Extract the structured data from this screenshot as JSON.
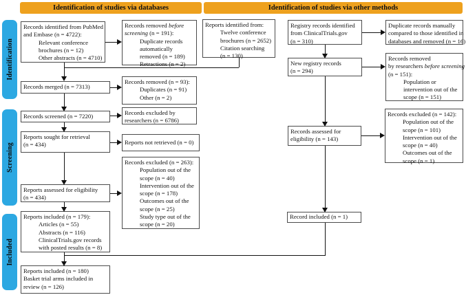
{
  "colors": {
    "header_bg": "#EEA11E",
    "sidebar_bg": "#2CA8E2",
    "box_border": "#4a4a4a",
    "line": "#111111"
  },
  "headers": {
    "databases": "Identification of studies via databases",
    "other_methods": "Identification of studies via other methods"
  },
  "sidebar": {
    "identification": "Identification",
    "screening": "Screening",
    "included": "Included"
  },
  "boxes": {
    "records_identified": {
      "l1": "Records identified from PubMed",
      "l2": "and Embase (n = 4722):",
      "l3": "Relevant conference",
      "l4": "brochures (n = 12)",
      "l5": "Other abstracts (n = 4710)"
    },
    "records_removed_before_screening": {
      "l1a": "Records removed ",
      "l1b": "before",
      "l2a": "screening",
      "l2b": " (n = 191):",
      "l3": "Duplicate records",
      "l4": "automatically",
      "l5": "removed (n = 189)",
      "l6": "Retractions (n = 2)"
    },
    "reports_identified": {
      "l1": "Reports identified from:",
      "l2": "Twelve conference",
      "l3": "brochures (n = 2652)",
      "l4": "Citation searching",
      "l5": "(n = 130)"
    },
    "registry_records": {
      "l1": "Registry records identified",
      "l2": "from ClinicalTrials.gov",
      "l3": "(n = 310)"
    },
    "duplicates_manual": {
      "l1": "Duplicate records manually",
      "l2": "compared to those identified in",
      "l3": "databases and removed (n = 16)"
    },
    "new_registry": {
      "l1": "New registry records",
      "l2": "(n = 294)"
    },
    "removed_by_researchers": {
      "l1": "Records removed",
      "l2a": "by researchers ",
      "l2b": "before screening",
      "l3": "(n = 151):",
      "l4": "Population or",
      "l5": "intervention out of the",
      "l6": "scope (n = 151)"
    },
    "records_merged": {
      "l1": "Records merged (n = 7313)"
    },
    "records_removed_93": {
      "l1": "Records removed (n = 93):",
      "l2": "Duplicates (n = 91)",
      "l3": "Other (n = 2)"
    },
    "records_screened": {
      "l1": "Records screened (n = 7220)"
    },
    "excluded_by_researchers": {
      "l1": "Records excluded by",
      "l2": "researchers (n = 6786)"
    },
    "reports_sought": {
      "l1": "Reports sought for retrieval",
      "l2": "(n = 434)"
    },
    "reports_not_retrieved": {
      "l1": "Reports not retrieved (n = 0)"
    },
    "reports_assessed": {
      "l1": "Reports assessed for eligibility",
      "l2": "(n = 434)"
    },
    "records_excluded_263": {
      "l1": "Records excluded (n = 263):",
      "l2": "Population out of the",
      "l3": "scope (n = 40)",
      "l4": "Intervention out of the",
      "l5": "scope (n = 178)",
      "l6": "Outcomes out of the",
      "l7": "scope (n = 25)",
      "l8": "Study type out of the",
      "l9": "scope (n = 20)"
    },
    "records_assessed_143": {
      "l1": "Records assessed for",
      "l2": "eligibility (n = 143)"
    },
    "records_excluded_142": {
      "l1": "Records excluded (n = 142):",
      "l2": "Population out of the",
      "l3": "scope (n = 101)",
      "l4": "Intervention out of the",
      "l5": "scope (n = 40)",
      "l6": "Outcomes out of the",
      "l7": "scope (n = 1)"
    },
    "reports_included_179": {
      "l1": "Reports included (n = 179):",
      "l2": "Articles (n = 55)",
      "l3": "Abstracts (n = 116)",
      "l4": "ClinicalTrials.gov records",
      "l5": "with posted results (n = 8)"
    },
    "record_included": {
      "l1": "Record included (n = 1)"
    },
    "reports_included_180": {
      "l1": "Reports included (n = 180)",
      "l2": "Basket trial arms included in",
      "l3": "review (n = 126)"
    }
  }
}
